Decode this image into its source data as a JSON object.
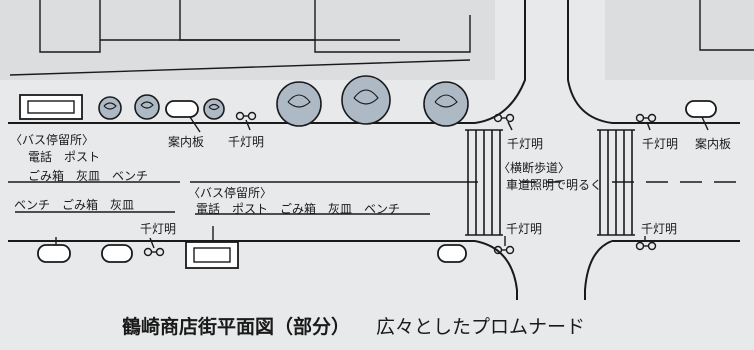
{
  "caption": {
    "title": "鶴崎商店街平面図（部分）",
    "subtitle": "広々としたプロムナード"
  },
  "labels": {
    "bus_stop_north": "〈バス停留所〉",
    "north_facilities_1": "電話　ポスト",
    "north_facilities_2": "ごみ箱　灰皿　ベンチ",
    "info_board_west": "案内板",
    "light_north_west": "千灯明",
    "light_north_crossing": "千灯明",
    "crosswalk_title": "〈横断歩道〉",
    "crosswalk_note": "車道照明で明るく",
    "light_north_east": "千灯明",
    "info_board_east": "案内板",
    "bus_stop_south": "〈バス停留所〉",
    "south_facilities": "電話　ポスト　ごみ箱　灰皿　ベンチ",
    "south_facilities_west": "ベンチ　ごみ箱　灰皿",
    "light_south_west": "千灯明",
    "light_south_crossing": "千灯明",
    "light_south_east": "千灯明"
  },
  "colors": {
    "background": "#e8e9ea",
    "ink": "#1a1a1a",
    "tree_fill": "#aeb9c6"
  }
}
